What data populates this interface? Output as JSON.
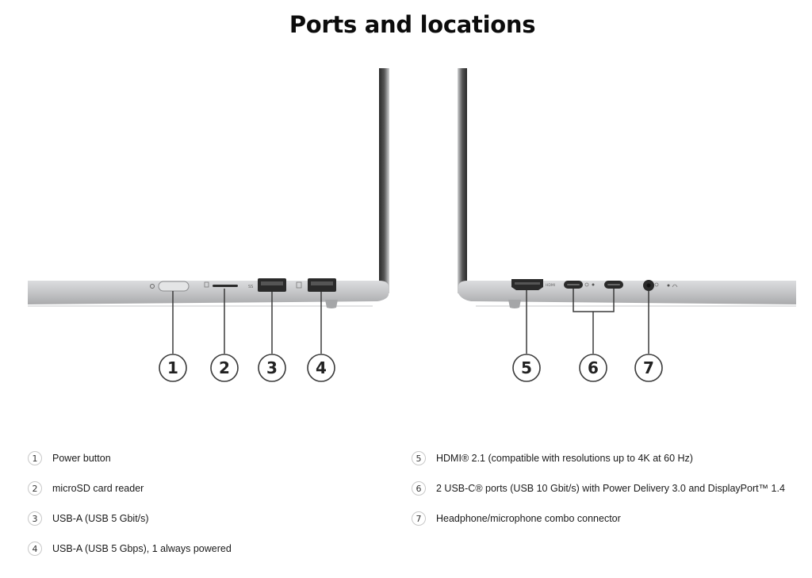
{
  "title": "Ports and locations",
  "left_view": {
    "callouts": [
      "1",
      "2",
      "3",
      "4"
    ]
  },
  "right_view": {
    "callouts": [
      "5",
      "6",
      "7"
    ],
    "hdmi_label": "HDMI"
  },
  "legend": {
    "left": [
      {
        "num": "1",
        "text": "Power button"
      },
      {
        "num": "2",
        "text": "microSD card reader"
      },
      {
        "num": "3",
        "text": "USB-A (USB 5 Gbit/s)"
      },
      {
        "num": "4",
        "text": "USB-A (USB 5 Gbps), 1 always powered"
      }
    ],
    "right": [
      {
        "num": "5",
        "text": "HDMI® 2.1 (compatible with resolutions up to 4K at 60 Hz)"
      },
      {
        "num": "6",
        "text": "2 USB-C® ports (USB 10 Gbit/s) with Power Delivery 3.0 and DisplayPort™ 1.4"
      },
      {
        "num": "7",
        "text": "Headphone/microphone combo connector"
      }
    ]
  },
  "colors": {
    "chassis": "#c9cacb",
    "chassis_dark": "#9a9b9d",
    "port_fill": "#2a2a2a",
    "callout_stroke": "#3a3a3a"
  }
}
